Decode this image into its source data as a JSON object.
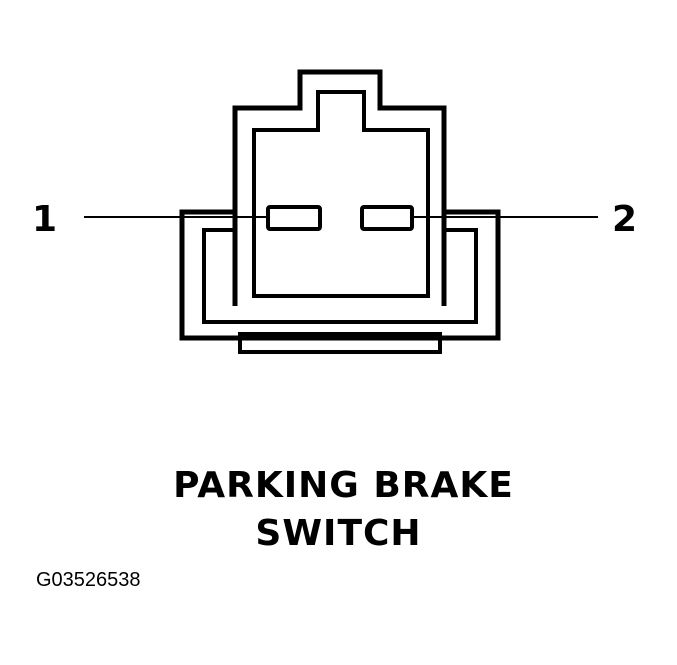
{
  "pins": [
    "1",
    "2"
  ],
  "title_line1": "PARKING BRAKE",
  "title_line2": "SWITCH",
  "figure_id": "G03526538",
  "colors": {
    "ink": "#000000",
    "background": "#ffffff"
  }
}
